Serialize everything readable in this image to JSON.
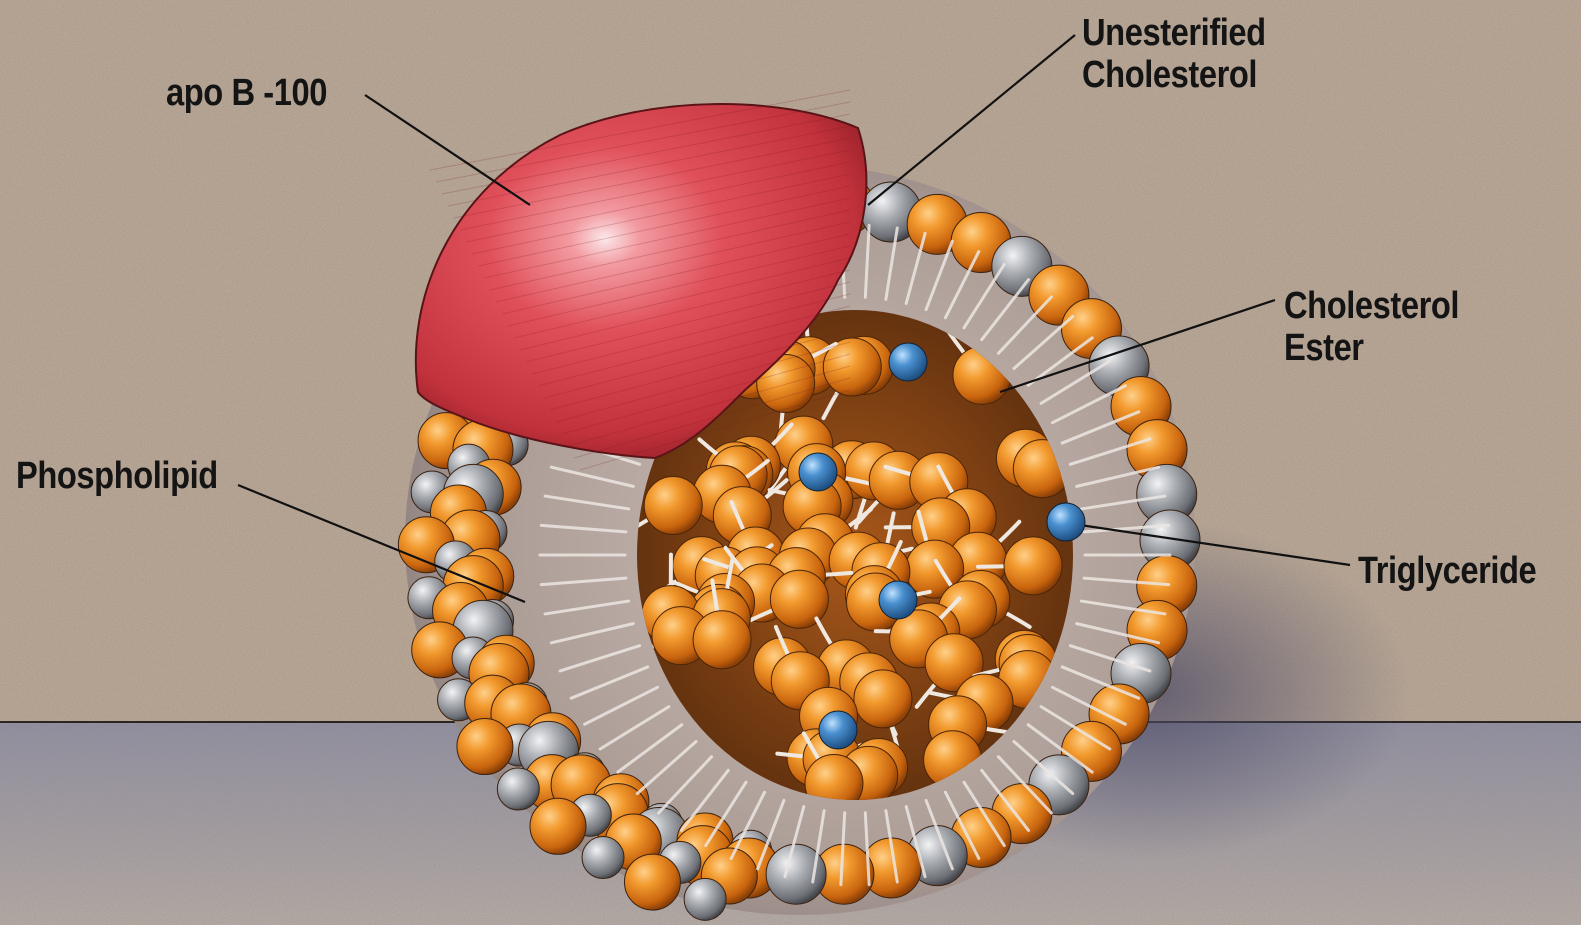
{
  "diagram": {
    "labels": {
      "apo_b": "apo B -100",
      "unesterified_cholesterol": [
        "Unesterified",
        "Cholesterol"
      ],
      "cholesterol_ester": [
        "Cholesterol",
        "Ester"
      ],
      "phospholipid": "Phospholipid",
      "triglyceride": "Triglyceride"
    },
    "colors": {
      "background": "#b7a594",
      "floor": "#9c9aa6",
      "apoprotein": "#d9404a",
      "phospholipid_head_orange": "#e88a22",
      "phospholipid_head_gray": "#a3a6ab",
      "cholesterol": "#3f86c4",
      "leader_line": "#111111",
      "label_text": "#141414"
    }
  }
}
